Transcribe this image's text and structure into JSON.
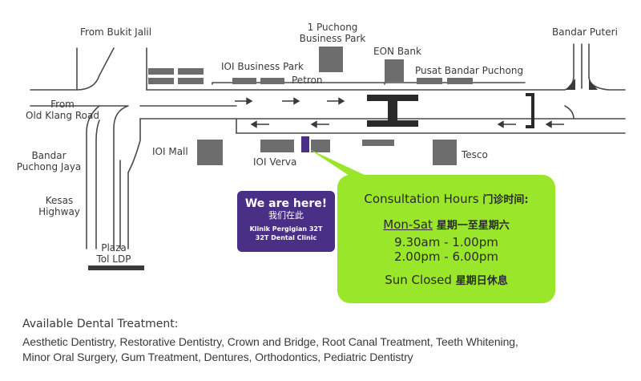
{
  "map": {
    "labels": {
      "from_bukit_jalil": "From Bukit Jalil",
      "one_puchong": [
        "1 Puchong",
        "Business Park"
      ],
      "bandar_puteri": "Bandar Puteri",
      "eon_bank": "EON Bank",
      "ioi_business_park": "IOI Business Park",
      "petron": "Petron",
      "pusat_bandar_puchong": "Pusat Bandar Puchong",
      "from_old_klang": [
        "From",
        "Old Klang Road"
      ],
      "ioi_mall": "IOI Mall",
      "ioi_verva": "IOI Verva",
      "tesco": "Tesco",
      "bandar_puchong_jaya": [
        "Bandar",
        "Puchong Jaya"
      ],
      "kesas": [
        "Kesas",
        "Highway"
      ],
      "plaza_tol": [
        "Plaza",
        "Tol LDP"
      ]
    },
    "colors": {
      "road": "#4a4a4a",
      "building": "#6d6d6d",
      "here_marker": "#4a2f87",
      "callout": "#99e62a"
    }
  },
  "clinic": {
    "here_title": "We are here!",
    "here_cn": "我们在此",
    "name_1": "Klinik Pergigian 32T",
    "name_2": "32T Dental Clinic"
  },
  "hours": {
    "title_en": "Consultation Hours",
    "title_cn": "门诊时间:",
    "days_en": "Mon-Sat",
    "days_cn": "星期一至星期六",
    "time_1": "9.30am - 1.00pm",
    "time_2": "2.00pm - 6.00pm",
    "closed_en": "Sun Closed",
    "closed_cn": "星期日休息"
  },
  "treatment": {
    "title": "Available Dental Treatment:",
    "line_1": "Aesthetic Dentistry, Restorative Dentistry,  Crown and Bridge, Root Canal Treatment, Teeth Whitening,",
    "line_2": "Minor Oral Surgery, Gum Treatment, Dentures, Orthodontics, Pediatric Dentistry"
  }
}
